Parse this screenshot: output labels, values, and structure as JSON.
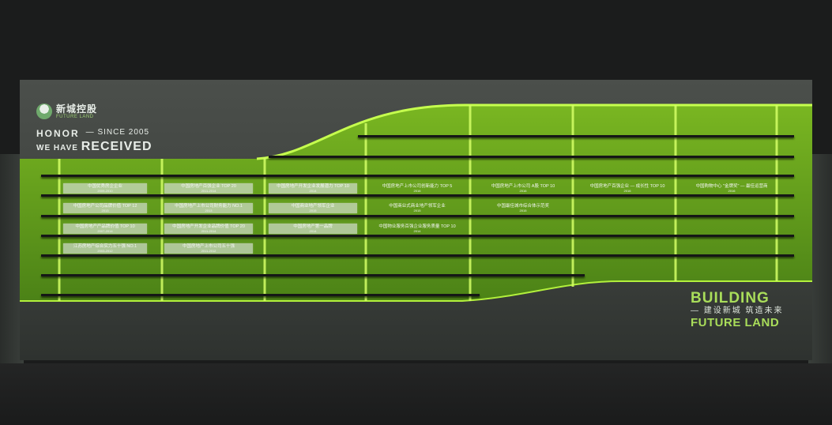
{
  "logo": {
    "cn": "新城控股",
    "en": "FUTURE LAND"
  },
  "honor": {
    "word1": "HONOR",
    "since": "— SINCE 2005",
    "word2": "WE HAVE",
    "received": "RECEIVED"
  },
  "slogan": {
    "line1": "BUILDING",
    "line2": "— 建设新城 筑造未来",
    "line3": "FUTURE LAND"
  },
  "plaques": [
    {
      "title": "中国优秀房企企业",
      "year": "2009-2010"
    },
    {
      "title": "中国房地产百强企业 TOP 20",
      "year": "2011-2014"
    },
    {
      "title": "中国房地产开发企业发展潜力 TOP 10",
      "year": "2014"
    },
    {
      "title": "中国房地产上市公司创新能力 TOP 5",
      "year": "2016"
    },
    {
      "title": "中国房地产上市公司 A股 TOP 10",
      "year": "2016"
    },
    {
      "title": "中国房地产百强企业 — 成长性 TOP 10",
      "year": "2016"
    },
    {
      "title": "中国购物中心 \"金牌奖\" — 最佳运营商",
      "year": "2016"
    },
    {
      "title": "中国房地产公司品牌价值 TOP 12",
      "year": "2013"
    },
    {
      "title": "中国房地产上市公司财务能力 NO.1",
      "year": "2013"
    },
    {
      "title": "中国商业地产领军企业",
      "year": "2015"
    },
    {
      "title": "中国商业式商业地产领军企业",
      "year": "2015"
    },
    {
      "title": "中国最佳城市综合体示范奖",
      "year": "2015"
    },
    {
      "title": "中国房地产产品牌价值 TOP 10",
      "year": "2007-2014"
    },
    {
      "title": "中国房地产开发企业品牌价值 TOP 20",
      "year": "2011-2014"
    },
    {
      "title": "中国房地产第一品牌",
      "year": "2014"
    },
    {
      "title": "中国物业服务百强企业服务质量 TOP 10",
      "year": "2014"
    },
    {
      "title": "江苏房地产综合实力五十强 NO.1",
      "year": "2003-2012"
    },
    {
      "title": "中国房地产上市公司五十强",
      "year": "2011-2012"
    }
  ]
}
